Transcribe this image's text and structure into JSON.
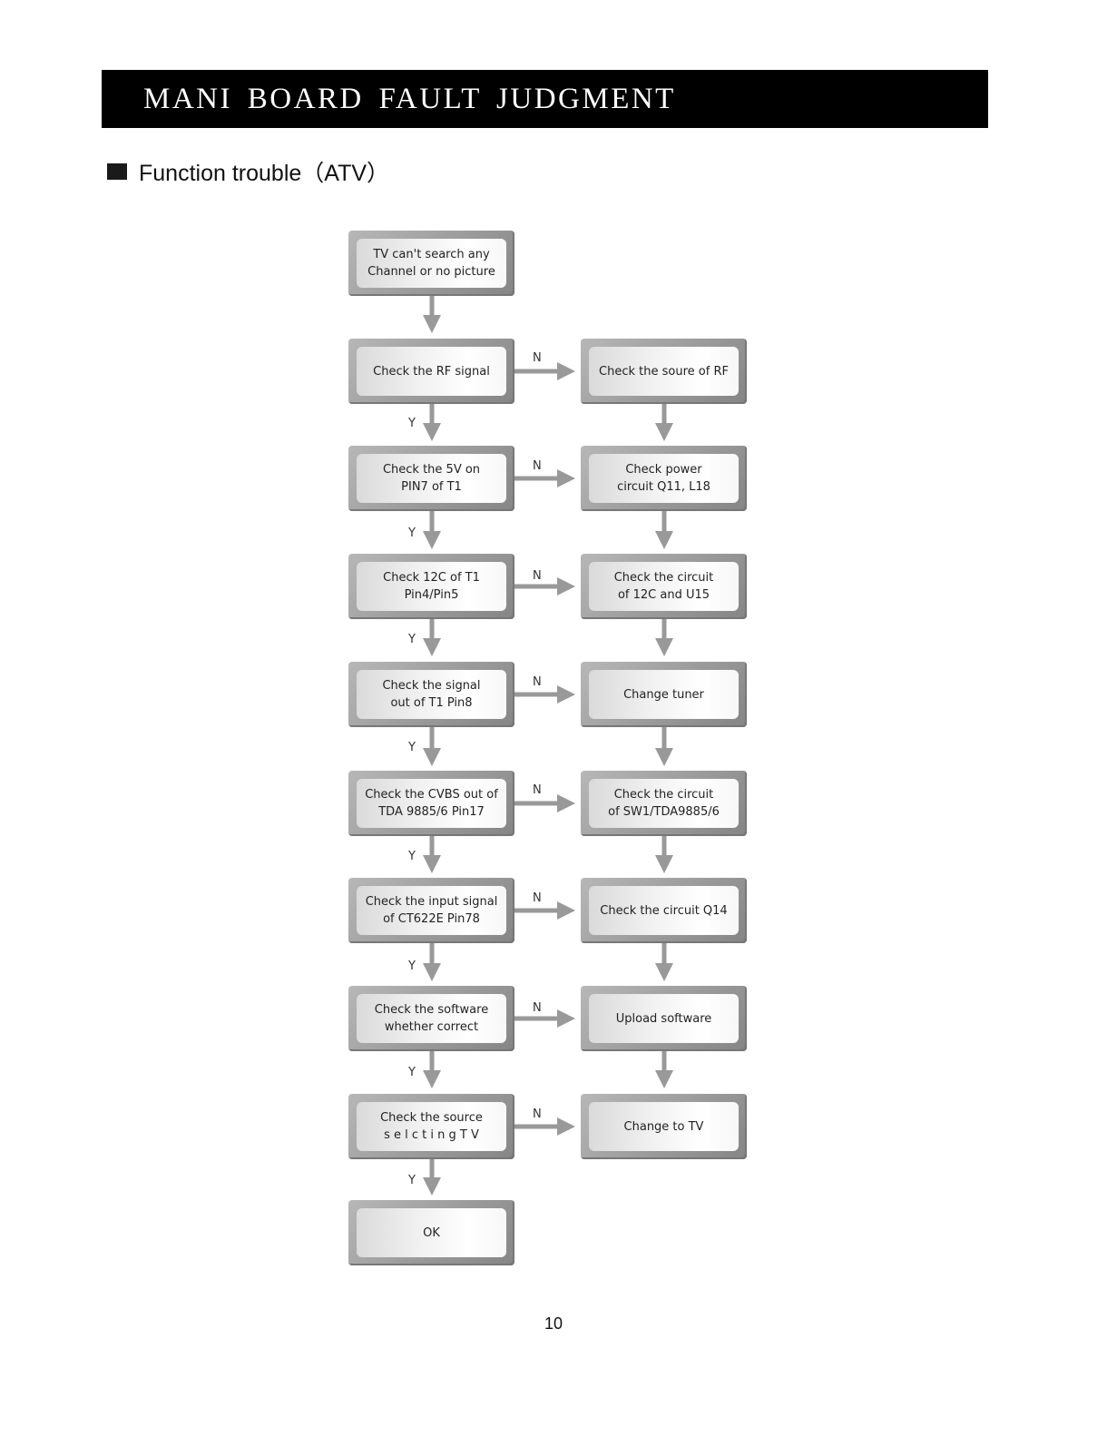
{
  "header": {
    "title": "MANI BOARD FAULT JUDGMENT"
  },
  "section": {
    "title": "Function  trouble（ATV）"
  },
  "flowchart": {
    "start": "TV  can't  search  any\nChannel or no picture",
    "yes_label": "Y",
    "no_label": "N",
    "checks": [
      {
        "question": "Check  the  RF  signal",
        "action": "Check the soure of RF"
      },
      {
        "question": "Check the 5V on\nPIN7    of    T1",
        "action": "Check     power\ncircuit Q11, L18"
      },
      {
        "question": "Check 12C of T1 Pin4/Pin5",
        "action": "Check the circuit\nof  12C  and  U15"
      },
      {
        "question": "Check  the  signal\nout   of   T1   Pin8",
        "action": "Change  tuner"
      },
      {
        "question": "Check the CVBS out of\nTDA 9885/6    Pin17",
        "action": "Check   the   circuit\nof SW1/TDA9885/6"
      },
      {
        "question": "Check the input signal\nof    CT622E    Pin78",
        "action": "Check  the  circuit  Q14"
      },
      {
        "question": "Check the software\nwhether    correct",
        "action": "Upload software"
      },
      {
        "question": "Check  the  source\ns e l c t i n g     T V",
        "action": "Change  to  TV"
      }
    ],
    "end": "OK"
  },
  "footer": {
    "page_number": "10"
  }
}
